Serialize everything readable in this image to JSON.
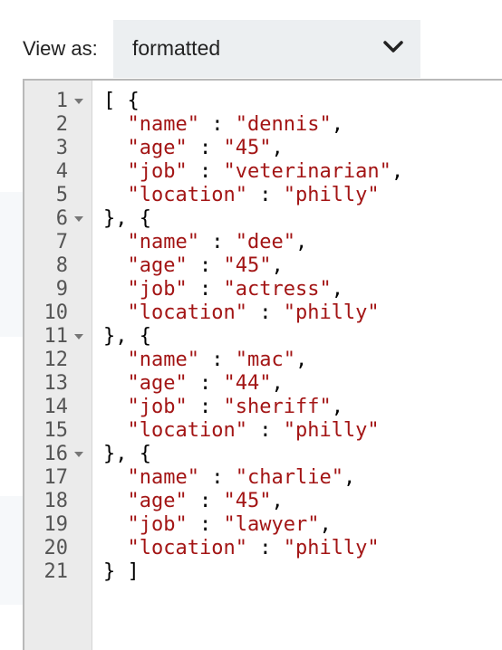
{
  "view_as": {
    "label": "View as:",
    "selected": "formatted"
  },
  "editor": {
    "line_numbers": [
      "1",
      "2",
      "3",
      "4",
      "5",
      "6",
      "7",
      "8",
      "9",
      "10",
      "11",
      "12",
      "13",
      "14",
      "15",
      "16",
      "17",
      "18",
      "19",
      "20",
      "21"
    ],
    "fold_lines": [
      "1",
      "6",
      "11",
      "16"
    ],
    "records": [
      {
        "name": "dennis",
        "age": "45",
        "job": "veterinarian",
        "location": "philly"
      },
      {
        "name": "dee",
        "age": "45",
        "job": "actress",
        "location": "philly"
      },
      {
        "name": "mac",
        "age": "44",
        "job": "sheriff",
        "location": "philly"
      },
      {
        "name": "charlie",
        "age": "45",
        "job": "lawyer",
        "location": "philly"
      }
    ],
    "keys": {
      "name": "\"name\"",
      "age": "\"age\"",
      "job": "\"job\"",
      "location": "\"location\""
    },
    "open_text": "[ {",
    "sep_text": "}, {",
    "close_text": "} ]"
  },
  "colors": {
    "string": "#a31515",
    "gutter_bg": "#ebebeb",
    "select_bg": "#eceff1"
  },
  "icons": {
    "dropdown": "chevron-down-icon",
    "fold": "fold-arrow-icon"
  }
}
